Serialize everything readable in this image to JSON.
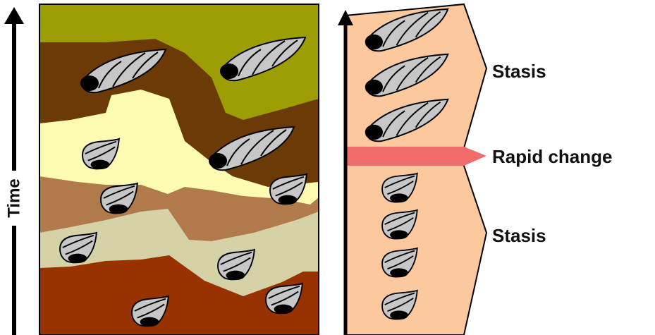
{
  "axis": {
    "label": "Time"
  },
  "labels": {
    "stasis_top": "Stasis",
    "rapid_change": "Rapid change",
    "stasis_bottom": "Stasis"
  },
  "colors": {
    "layer_top_olive": "#9d9e04",
    "layer_dark_brown": "#6b3a06",
    "layer_pale_yellow": "#fdfbb2",
    "layer_mid_brown": "#b07a4a",
    "layer_sage": "#d6d2a8",
    "layer_red_brown": "#983200",
    "panel_peach": "#fbc99d",
    "rapid_change_band": "#f26b6b",
    "shell_grey": "#c7c7c7"
  },
  "icons": [
    "elongated-shell-icon",
    "round-snail-shell-icon",
    "up-arrow-icon"
  ]
}
